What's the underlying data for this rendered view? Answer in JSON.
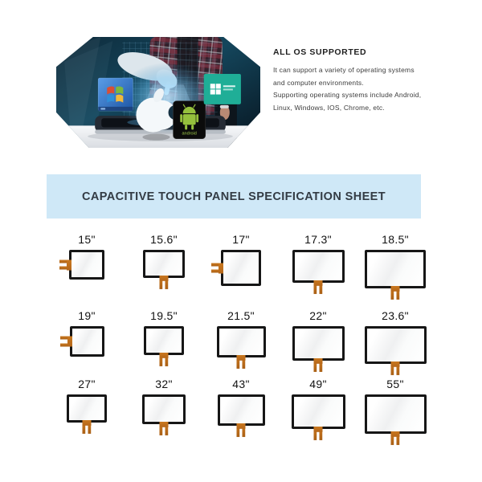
{
  "hero": {
    "heading": "ALL OS SUPPORTED",
    "body_lines": [
      "It can support a variety of operating systems",
      "and computer environments.",
      "Supporting operating systems include Android,",
      "Linux, Windows, IOS, Chrome, etc."
    ],
    "image": {
      "description_icons": [
        "windows7-logo",
        "apple-logo",
        "android-logo",
        "microsoft-logo",
        "tablet-device",
        "pointing-hand"
      ],
      "logos": [
        {
          "name": "windows7-logo"
        },
        {
          "name": "apple-logo"
        },
        {
          "name": "android-logo",
          "label": "android"
        },
        {
          "name": "microsoft-logo"
        }
      ]
    }
  },
  "banner": {
    "title": "CAPACITIVE TOUCH PANEL SPECIFICATION SHEET",
    "bg_color": "#cfe8f7",
    "text_color": "#333b44"
  },
  "spec_grid": {
    "connector_color": "#c9781f",
    "panel_border_color": "#161616",
    "rows": [
      {
        "items": [
          {
            "label": "15\"",
            "w": 44,
            "h": 37,
            "connector": "left"
          },
          {
            "label": "15.6\"",
            "w": 52,
            "h": 35,
            "connector": "bottom"
          },
          {
            "label": "17\"",
            "w": 50,
            "h": 45,
            "connector": "left"
          },
          {
            "label": "17.3\"",
            "w": 65,
            "h": 41,
            "connector": "bottom"
          },
          {
            "label": "18.5\"",
            "w": 76,
            "h": 48,
            "connector": "bottom"
          }
        ]
      },
      {
        "items": [
          {
            "label": "19\"",
            "w": 43,
            "h": 38,
            "connector": "left"
          },
          {
            "label": "19.5\"",
            "w": 50,
            "h": 36,
            "connector": "bottom"
          },
          {
            "label": "21.5\"",
            "w": 61,
            "h": 39,
            "connector": "bottom"
          },
          {
            "label": "22\"",
            "w": 65,
            "h": 43,
            "connector": "bottom"
          },
          {
            "label": "23.6\"",
            "w": 77,
            "h": 47,
            "connector": "bottom"
          }
        ]
      },
      {
        "items": [
          {
            "label": "27\"",
            "w": 50,
            "h": 35,
            "connector": "bottom"
          },
          {
            "label": "32\"",
            "w": 54,
            "h": 37,
            "connector": "bottom"
          },
          {
            "label": "43\"",
            "w": 59,
            "h": 39,
            "connector": "bottom"
          },
          {
            "label": "49\"",
            "w": 67,
            "h": 43,
            "connector": "bottom"
          },
          {
            "label": "55\"",
            "w": 77,
            "h": 49,
            "connector": "bottom"
          }
        ]
      }
    ]
  }
}
